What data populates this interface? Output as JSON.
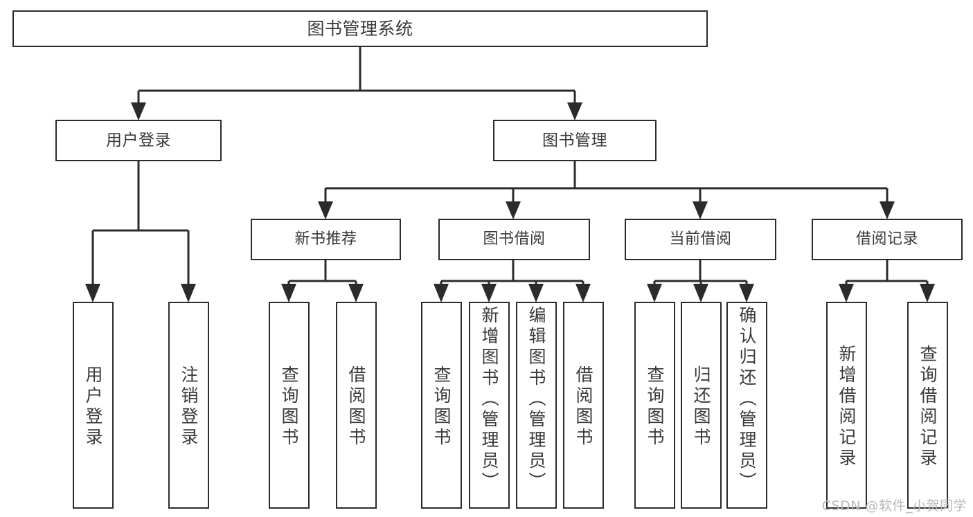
{
  "diagram": {
    "title": "图书管理系统",
    "type": "tree-hierarchy",
    "root": {
      "label": "图书管理系统"
    },
    "level1": [
      {
        "label": "用户登录"
      },
      {
        "label": "图书管理"
      }
    ],
    "level2": [
      {
        "label": "新书推荐",
        "parent": "图书管理"
      },
      {
        "label": "图书借阅",
        "parent": "图书管理"
      },
      {
        "label": "当前借阅",
        "parent": "图书管理"
      },
      {
        "label": "借阅记录",
        "parent": "图书管理"
      }
    ],
    "leaves": {
      "user_login": [
        {
          "label": "用户登录"
        },
        {
          "label": "注销登录"
        }
      ],
      "new_book_recommend": [
        {
          "label": "查询图书"
        },
        {
          "label": "借阅图书"
        }
      ],
      "book_borrow": [
        {
          "label": "查询图书"
        },
        {
          "label": "新增图书（管理员）"
        },
        {
          "label": "编辑图书（管理员）"
        },
        {
          "label": "借阅图书"
        }
      ],
      "current_borrow": [
        {
          "label": "查询图书"
        },
        {
          "label": "归还图书"
        },
        {
          "label": "确认归还（管理员）"
        }
      ],
      "borrow_record": [
        {
          "label": "新增借阅记录"
        },
        {
          "label": "查询借阅记录"
        }
      ]
    }
  },
  "watermark": {
    "text": "CSDN @软件_小贺同学"
  },
  "colors": {
    "stroke": "#2b2b2b",
    "text": "#3a3a3a",
    "background": "#ffffff",
    "watermark": "#b9b9b9"
  }
}
